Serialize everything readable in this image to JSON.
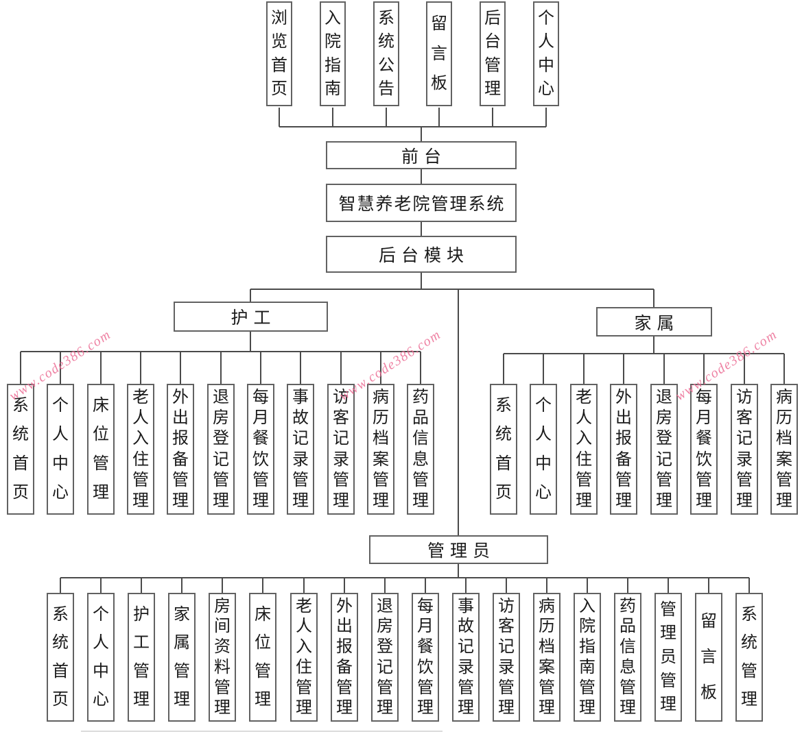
{
  "diagram": {
    "title": "智慧养老院管理系统",
    "front_desk": "前台",
    "backend_module": "后台模块",
    "top_modules": [
      "浏览首页",
      "入院指南",
      "系统公告",
      "留言板",
      "后台管理",
      "个人中心"
    ],
    "roles": {
      "caregiver": {
        "label": "护工",
        "children": [
          "系统首页",
          "个人中心",
          "床位管理",
          "老人入住管理",
          "外出报备管理",
          "退房登记管理",
          "每月餐饮管理",
          "事故记录管理",
          "访客记录管理",
          "病历档案管理",
          "药品信息管理"
        ]
      },
      "family": {
        "label": "家属",
        "children": [
          "系统首页",
          "个人中心",
          "老人入住管理",
          "外出报备管理",
          "退房登记管理",
          "每月餐饮管理",
          "访客记录管理",
          "病历档案管理"
        ]
      },
      "admin": {
        "label": "管理员",
        "children": [
          "系统首页",
          "个人中心",
          "护工管理",
          "家属管理",
          "房间资料管理",
          "床位管理",
          "老人入住管理",
          "外出报备管理",
          "退房登记管理",
          "每月餐饮管理",
          "事故记录管理",
          "访客记录管理",
          "病历档案管理",
          "入院指南管理",
          "药品信息管理",
          "管理员管理",
          "留言板",
          "系统管理"
        ]
      }
    }
  },
  "watermark": {
    "text": "www.code386.com",
    "color": "#ec6f96"
  },
  "colors": {
    "line": "#4a4a4a",
    "box_border": "#616161",
    "background": "#ffffff",
    "text": "#1a1a1a"
  }
}
